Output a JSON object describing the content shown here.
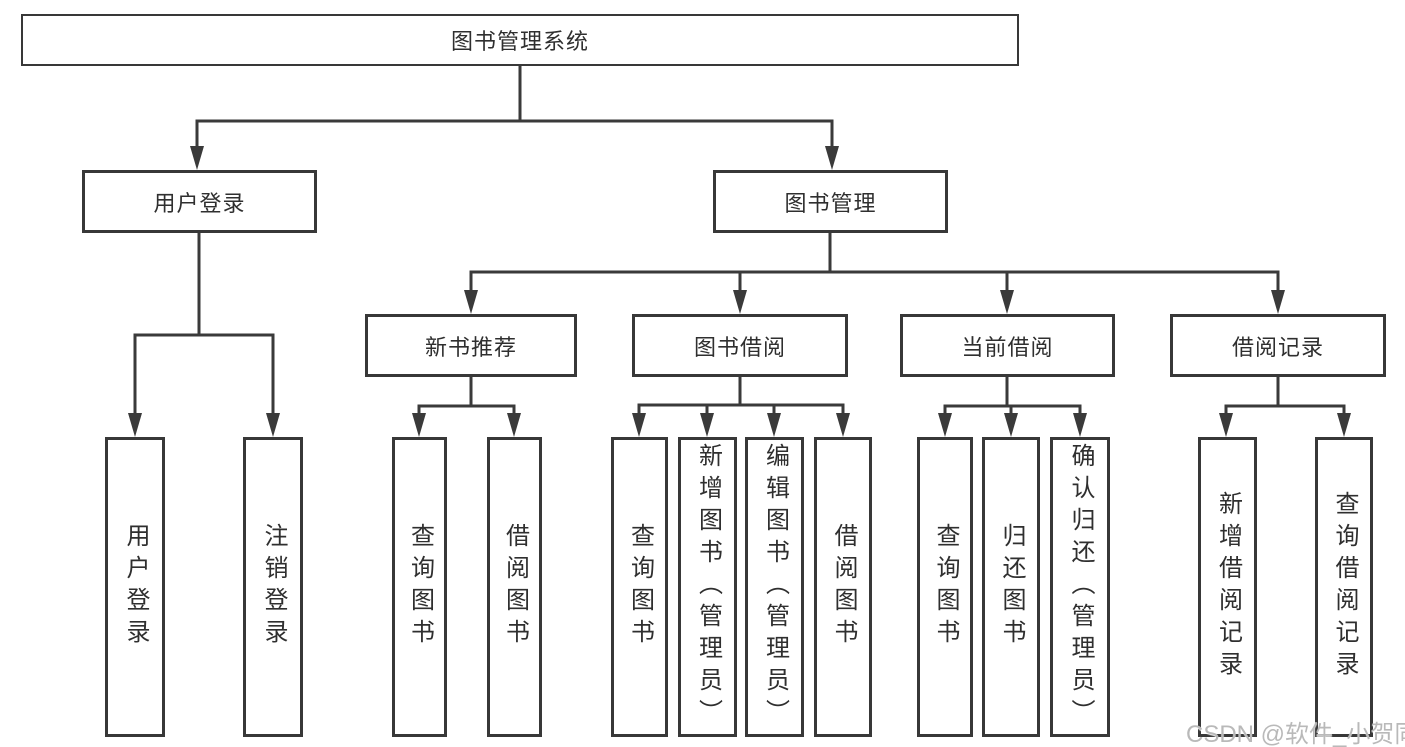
{
  "diagram": {
    "title_node": "图书管理系统",
    "level2": {
      "user_login": "用户登录",
      "book_management": "图书管理"
    },
    "level3": {
      "new_book_recommend": "新书推荐",
      "book_borrow": "图书借阅",
      "current_borrow": "当前借阅",
      "borrow_records": "借阅记录"
    },
    "leaves": {
      "user_login": [
        "用户登录",
        "注销登录"
      ],
      "new_book_recommend": [
        "查询图书",
        "借阅图书"
      ],
      "book_borrow": [
        "查询图书",
        "新增图书（管理员）",
        "编辑图书（管理员）",
        "借阅图书"
      ],
      "current_borrow": [
        "查询图书",
        "归还图书",
        "确认归还（管理员）"
      ],
      "borrow_records": [
        "新增借阅记录",
        "查询借阅记录"
      ]
    }
  },
  "watermark": {
    "text": "CSDN @软件_小贺同学",
    "color": "#b9b9b9"
  },
  "colors": {
    "line": "#3a3a3a",
    "border": "#383838",
    "text": "#2f2f2f",
    "background": "#ffffff"
  }
}
